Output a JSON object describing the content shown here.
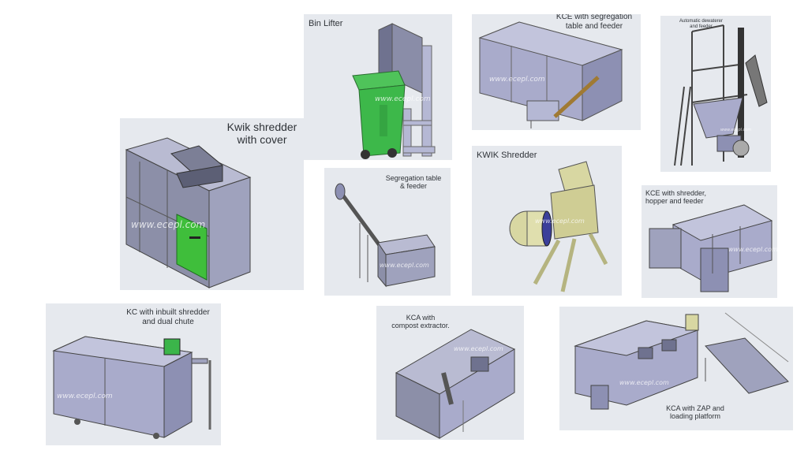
{
  "watermark": "www.ecepl.com",
  "colors": {
    "panel": "#e6e9ee",
    "machine": "#a9abcb",
    "machine_dark": "#7f83a8",
    "bin_green": "#3db84a",
    "shredder_olive": "#d8d7a2",
    "motor_blue": "#3b3f9a"
  },
  "panels": [
    {
      "id": "bin-lifter",
      "caption": "Bin Lifter"
    },
    {
      "id": "kce-segregation",
      "caption": "KCE with segregation\ntable and feeder"
    },
    {
      "id": "dewaterer",
      "caption": "Automatic dewaterer\nand feeder"
    },
    {
      "id": "kwik-cover",
      "caption": "Kwik shredder\nwith cover"
    },
    {
      "id": "segregation-table",
      "caption": "Segregation table\n& feeder"
    },
    {
      "id": "kwik-shredder",
      "caption": "KWIK Shredder"
    },
    {
      "id": "kce-shredder",
      "caption": "KCE with shredder,\nhopper and feeder"
    },
    {
      "id": "kc-inbuilt",
      "caption": "KC with inbuilt shredder\nand dual chute"
    },
    {
      "id": "kca-extractor",
      "caption": "KCA with\ncompost extractor."
    },
    {
      "id": "kca-zap",
      "caption": "KCA with ZAP and\nloading platform"
    }
  ]
}
